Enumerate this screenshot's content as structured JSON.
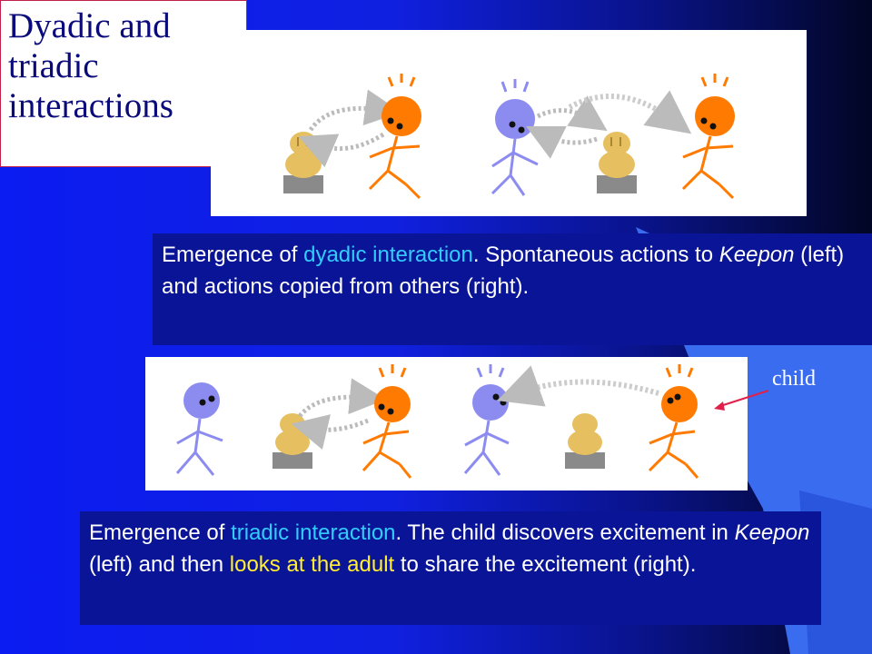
{
  "title": {
    "lines": [
      "Dyadic and",
      "triadic",
      "interactions"
    ]
  },
  "caption_top": {
    "p1": "Emergence of ",
    "h1": "dyadic interaction",
    "p2": ". Spontaneous actions to ",
    "em": "Keepon",
    "p3": " (left) and actions copied from others (right)."
  },
  "caption_bottom": {
    "p1": "Emergence of ",
    "h1": "triadic interaction",
    "p2": ". The child discovers excitement in ",
    "em": "Keepon",
    "p3": " (left) and then ",
    "h2": "looks at the adult",
    "p4": " to share the excitement (right)."
  },
  "annotation": {
    "child_label": "child"
  },
  "colors": {
    "caption_bg": "#0a1496",
    "highlight_cyan": "#33ccff",
    "highlight_yellow": "#ffee33",
    "child_orange": "#ff7a00",
    "adult_lavender": "#8c8cf0",
    "keepon_tan": "#e6c060",
    "pointer_red": "#e0204a"
  }
}
